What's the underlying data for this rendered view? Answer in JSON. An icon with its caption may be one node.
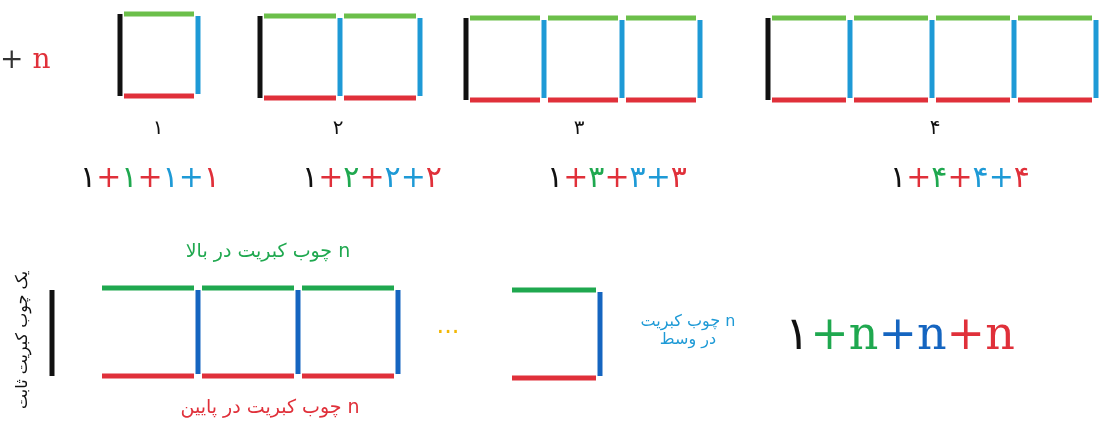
{
  "diagram": {
    "labels": [
      "+ n",
      "۱",
      "۲",
      "۳",
      "۴",
      "۱+۱+۱+۱",
      "۱+۲+۲+۲",
      "۱+۳+۳+۳",
      "۱+۴+۴+۴",
      "n چوب کبریت در بالا",
      "یک چوب کبریت ثابت",
      "...",
      "n چوب کبریت در وسط",
      "۱+n+n+n",
      "n چوب کبریت در پایین"
    ]
  }
}
